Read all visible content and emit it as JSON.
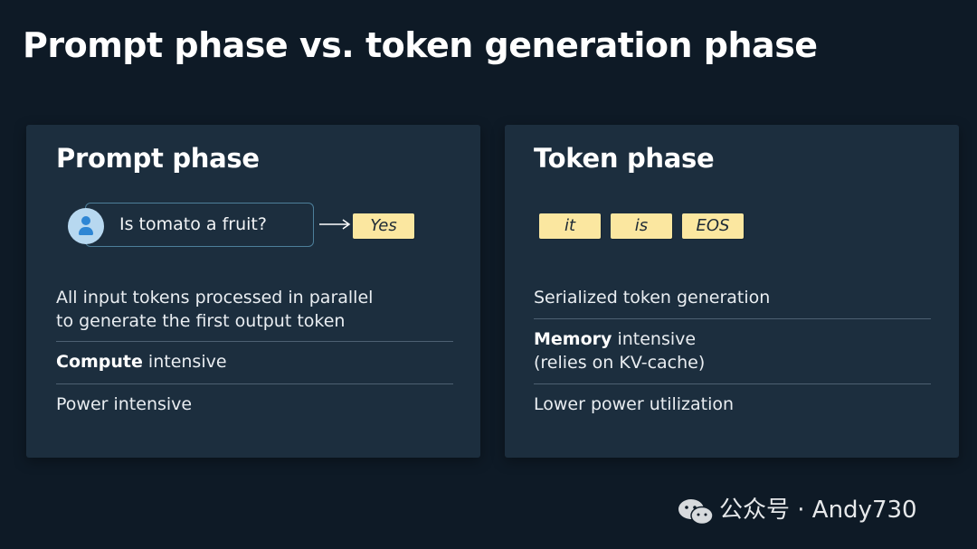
{
  "slide": {
    "title": "Prompt phase vs. token generation phase"
  },
  "prompt_panel": {
    "title": "Prompt phase",
    "prompt_text": "Is tomato a fruit?",
    "output_token": "Yes",
    "item1_line1": "All input tokens processed in parallel",
    "item1_line2": "to generate the first output token",
    "item2_bold": "Compute",
    "item2_rest": " intensive",
    "item3": "Power intensive"
  },
  "token_panel": {
    "title": "Token phase",
    "tokens": [
      "it",
      "is",
      "EOS"
    ],
    "item1": "Serialized token generation",
    "item2_bold": "Memory",
    "item2_rest": " intensive",
    "item2_line2": "(relies on KV-cache)",
    "item3": "Lower power utilization"
  },
  "watermark": {
    "text": "公众号 · Andy730",
    "icon": "wechat-icon"
  },
  "colors": {
    "background": "#0e1a26",
    "panel": "#1c2e3e",
    "token_fill": "#fbe7a0",
    "bubble_border": "#4d7f9a",
    "avatar": "#b7d8f0"
  }
}
